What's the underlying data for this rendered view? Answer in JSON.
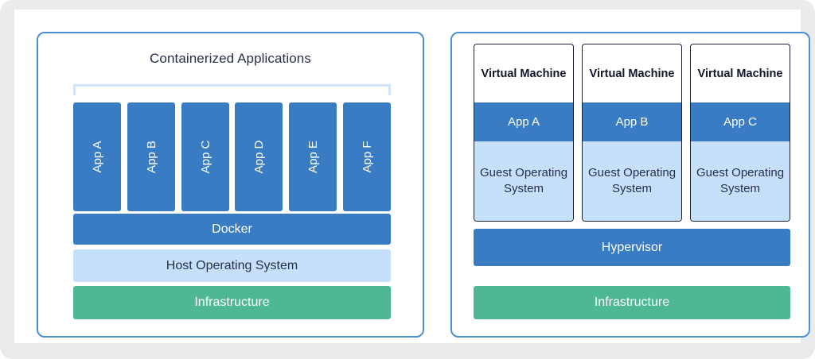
{
  "diagram": {
    "title_left": "Containerized Applications",
    "colors": {
      "blue": "#3a7cc4",
      "light_blue": "#c5e0f8",
      "green": "#4eb895",
      "panel_border": "#4a8fd4",
      "bracket": "#cfe4f9",
      "text_dark": "#27304a"
    },
    "left_panel": {
      "heading": "Containerized Applications",
      "bracket": "app-grouping-bracket",
      "apps": [
        {
          "label": "App A"
        },
        {
          "label": "App B"
        },
        {
          "label": "App C"
        },
        {
          "label": "App D"
        },
        {
          "label": "App E"
        },
        {
          "label": "App F"
        }
      ],
      "layers": [
        {
          "label": "Docker"
        },
        {
          "label": "Host Operating System"
        },
        {
          "label": "Infrastructure"
        }
      ]
    },
    "right_panel": {
      "vms": [
        {
          "title": "Virtual Machine",
          "app": "App A",
          "guest_os": "Guest Operating System"
        },
        {
          "title": "Virtual Machine",
          "app": "App B",
          "guest_os": "Guest Operating System"
        },
        {
          "title": "Virtual Machine",
          "app": "App C",
          "guest_os": "Guest Operating System"
        }
      ],
      "layers": [
        {
          "label": "Hypervisor"
        },
        {
          "label": "Infrastructure"
        }
      ]
    }
  }
}
